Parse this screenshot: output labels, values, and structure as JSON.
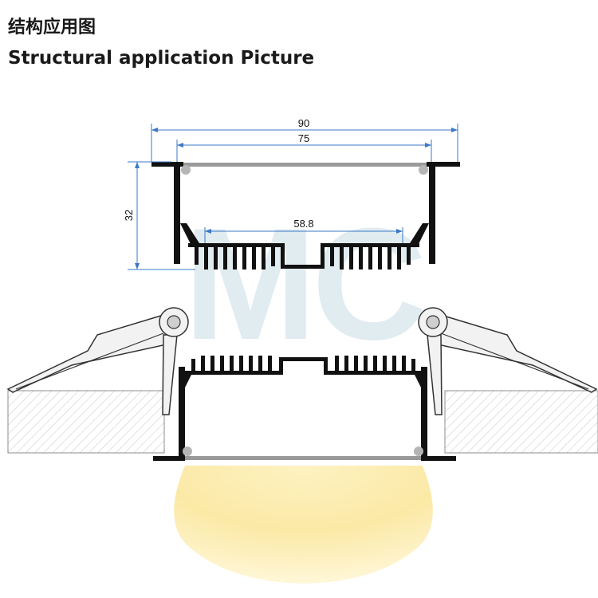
{
  "header": {
    "title_cn": "结构应用图",
    "title_en": "Structural application Picture"
  },
  "watermark": {
    "text": "MC",
    "color": "#cfe1ea"
  },
  "dimensions": {
    "outer_width": "90",
    "inner_width": "75",
    "height": "32",
    "channel_width": "58.8"
  },
  "colors": {
    "profile": "#111111",
    "dimension_line": "#3b78c6",
    "diffuser": "#9a9a9a",
    "light_glow": "#fbe9a6",
    "ceiling_hatch": "#b5b5b5"
  }
}
